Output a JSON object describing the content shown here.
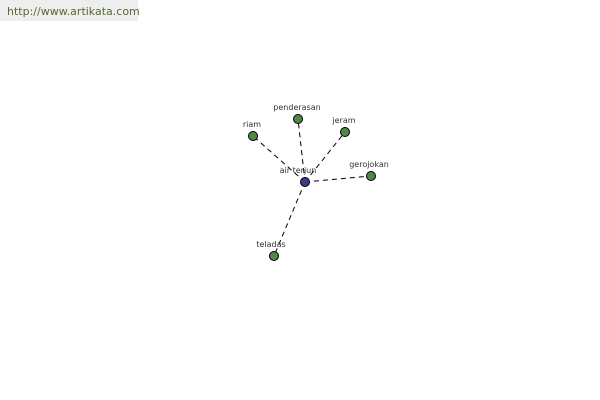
{
  "site": {
    "url": "http://www.artikata.com"
  },
  "graph": {
    "center": {
      "label": "air terjun",
      "color": "#3b3b8c"
    },
    "leaf_color": "#4e8a43",
    "nodes": [
      {
        "label": "penderasan"
      },
      {
        "label": "jeram"
      },
      {
        "label": "riam"
      },
      {
        "label": "gerojokan"
      },
      {
        "label": "teladas"
      }
    ]
  }
}
